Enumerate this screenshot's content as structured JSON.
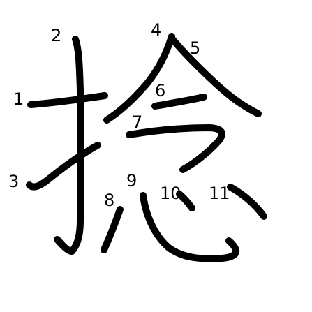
{
  "character": "捻",
  "stroke_color": "#000000",
  "background_color": "#ffffff",
  "stroke_numbers": [
    "1",
    "2",
    "3",
    "4",
    "5",
    "6",
    "7",
    "8",
    "9",
    "10",
    "11"
  ]
}
